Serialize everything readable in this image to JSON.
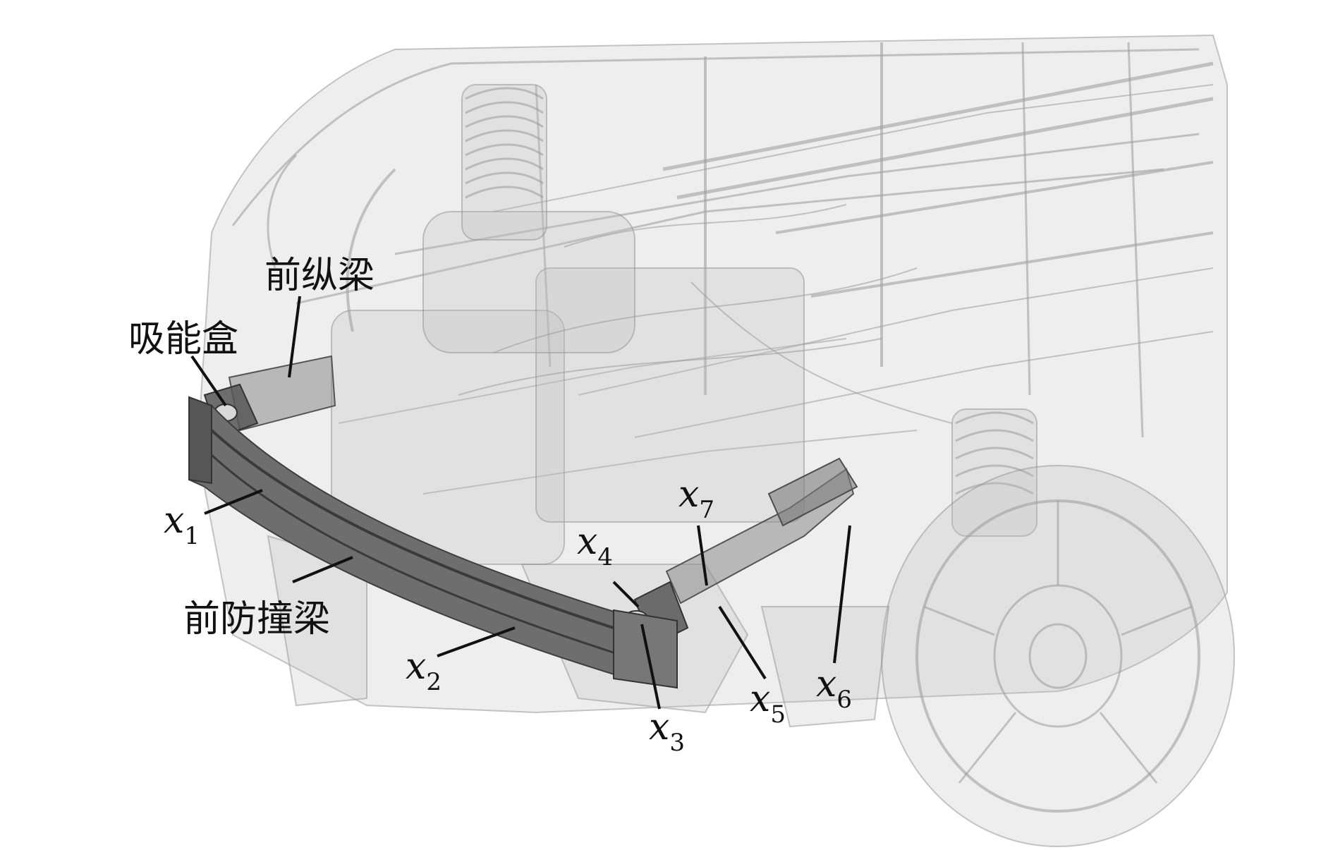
{
  "labels": {
    "energy_box": "吸能盒",
    "front_rail": "前纵梁",
    "front_bumper_beam": "前防撞梁"
  },
  "variables": [
    {
      "base": "x",
      "sub": "1"
    },
    {
      "base": "x",
      "sub": "2"
    },
    {
      "base": "x",
      "sub": "3"
    },
    {
      "base": "x",
      "sub": "4"
    },
    {
      "base": "x",
      "sub": "5"
    },
    {
      "base": "x",
      "sub": "6"
    },
    {
      "base": "x",
      "sub": "7"
    }
  ]
}
